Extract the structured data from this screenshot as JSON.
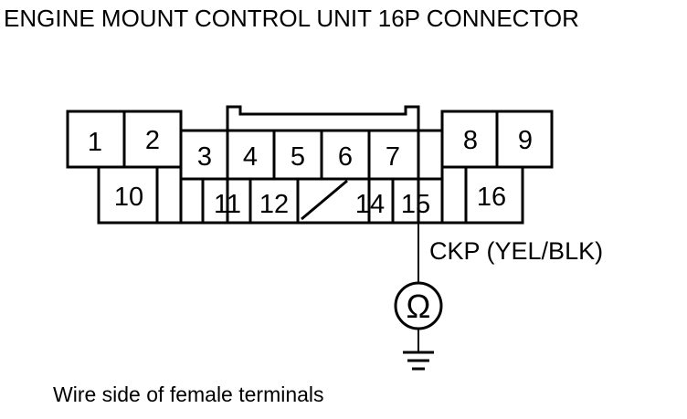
{
  "title": "ENGINE MOUNT CONTROL UNIT 16P CONNECTOR",
  "pins": {
    "p1": "1",
    "p2": "2",
    "p3": "3",
    "p4": "4",
    "p5": "5",
    "p6": "6",
    "p7": "7",
    "p8": "8",
    "p9": "9",
    "p10": "10",
    "p11": "11",
    "p12": "12",
    "p14": "14",
    "p15": "15",
    "p16": "16"
  },
  "wire_label": "CKP (YEL/BLK)",
  "meter_symbol": "Ω",
  "caption": "Wire side of female terminals"
}
